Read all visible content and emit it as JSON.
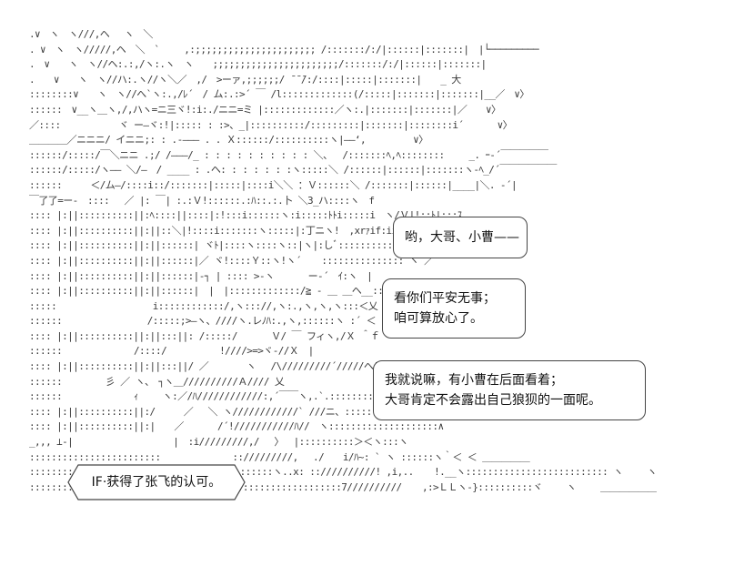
{
  "ascii_art": ".∨　ヽ　ヽ///,ヘ　 ヽ　＼\n. ∨　ヽ　ヽ/////,ヘ　＼　`　　 ,:;;;;;;;;;;;;;;;;;;;;;; /:::::::/:/|::::::|:::::::|　|└─────────\n.　∨　　ヽ　ヽ//ヘ:.:,/ヽ:.ヽ　ヽ　　;;;;;;;;;;;;;;;;;;;;;;;/:::::::/:/|::::::|:::::::|\n.　　∨　　ヽ　ヽ//ハ:.ヽ//ヽ＼／　,/　>ーァ,;;;;;;/ ̄ ̄ ̄/:/::::|:::::|:::::::|　　_ 大\n::::::::∨　　ヽ　ヽ//へ`ヽ:.,/ﾚ´　/ ム:.:>´ ￣ /l:::::::::::::(/:::::|:::::::|:::::::|__／　∨〉\n::::::　∨__ヽ＿ヽ,/,ハヽ=ニ三ヾ!:i:./ニニ=ミ |:::::::::::::／ヽ:.|:::::::|:::::::|／　　∨〉\n／::::　　　 　　 ヾ ー―ヾ:!|::::: : :>、_|::::::::::/:::::::::|:::::::|::::::::i´　　 　∨〉\n＿＿＿＿／ニニニ/ イニニ;: : .‐――― . . Ｘ::::::/::::::::::ヽ|――‘,　　　　　∨〉\n::::::/:::::/￣＼ニニ .;/ /―――/_ : : : : : : : : : : ＼、　 /:::::::ﾍ,ﾍ::::::::　　 _. ｰ‐´￣￣￣￣￣\n::::::/:::::/ヽ―― ＼/―　/ ____ : .ヘ: : : : : : :ヽ:::::＼ /::::::|::::::|:::::::ヽ‐ﾍ_/´￣￣￣￣￣￣\n::::::　　　＜/ム―/::::i::/:::::::|:::::|::::i＼＼ ：Ｖ::::::＼ /:::::::|::::::|____|＼. -´|\n￣了了=ー-　::::　 ／ |: ￣| :.:Ｖ!::::::.:ﾊ::.:.卜 ＼3_ハ::::ヽ　f\n:::: |:||::::::::::||:ﾍ::::||::::|:!:::i::::::ヽ:i:::::ﾄﾄi:::::i　ヽ/Ｖ|!::ﾄ|:::ｽ\n:::: |:||::::::::::||:||::＼|!::::i:::::::ヽ:::::|:丁ニヽ!　,xrｧif:iij::ｽ\n:::: |:||::::::::::||:||::::::| ヾﾄ|::::ヽ::::ヽ::|ヽ|:しﾞ:::::::::::　 !_7 |／　 ´\n:::: |:||::::::::::||:||::::::|／ ヾ!::::Ｙ::ヽ!ヽ´ 　 ::::::::::::::: ヽ ／\n:::: |:||::::::::::||:||::::::|-┐ | :::: >-ヽ　　　 ー-´　ｲ:ヽ　|\n:::: |:||::::::::::||:||::::::|　|　|:::::::::::::/≧ - ＿ ＿ヘ__::::　|\n:::::　　　　　 　　　　 i::::::::::::/,ヽ::://,ヽ:.,ヽ,ヽ,ヽ:::＜乂\n::::::　　　　　　　　　/:::::;>―ヽ、////ヽ.レﾉﾊ:.,ヽ,::::::ヽ :´ ＜ ‐‐ ` ‐\n:::: |:||::::::::::||:||:::||: /:::::/　　　 Ｖ/ ￣ フィヽ,/Ｘ ＾ｆ\n::::::　　　　　　　 /::::/　　　　　 !////>=>ヾ-//Ｘ　|\n:::: |:||::::::::::||:||:::||/ ／　　　　ヽ　 /\\/////////´/////ヘ|\n::::::　　　　 彡 ／ ヽ、　┐ヽ＿//////////Ａ//// 乂\n::::::　　　　　　　 ｨ　　 ヽ:／/ﾊ////////////:,´￣￣ヽ,.`.::::::::::::::::::ヽ,＜┃\n:::: |:||::::::::::||:/　　　／　 ＼ ヽ////////////` ///ニ、::::::::::::::::ヽ\n:::: |:||::::::::::||:|　　／　　　 /´!///////////ﾊ//　ヽ::::::::::::::::::::∧\n_,,, ⊥-|　　　　　　　　　　 |　:i/////////,/　 〉　 |::::::::::＞＜ヽ:::ヽ\n::::::::::::::::::::::::　　　　　　　 :://///////,　 ./　　i/ﾊ~: ` ヽ ::::::ヽ｀＜ ＜ ＿＿＿＿＿\n::::::::::::::::::::::::::::::＜　 /:::::::::ヽ..x: :://////////! ,i,.. 　 !.__ヽ:::::::::::::::::::::::::: ヽ　　 ヽ ‐‐‐‐‐‐‐‐‐\n::::::::::::::::::::::/,/,/:::.: 7x::::::::::::::::::::::7////////// 　 ,:>ＬＬヽ‐}::::::::::ヾ　　 ヽ　　 ＿＿＿＿＿＿",
  "bubbles": [
    {
      "lines": [
        "哟，大哥、小曹——"
      ]
    },
    {
      "lines": [
        "看你们平安无事；",
        "咱可算放心了。"
      ]
    },
    {
      "lines": [
        "我就说嘛，有小曹在后面看着；",
        "大哥肯定不会露出自己狼狈的一面呢。"
      ]
    }
  ],
  "caption": {
    "text": "IF·获得了张飞的认可。"
  }
}
